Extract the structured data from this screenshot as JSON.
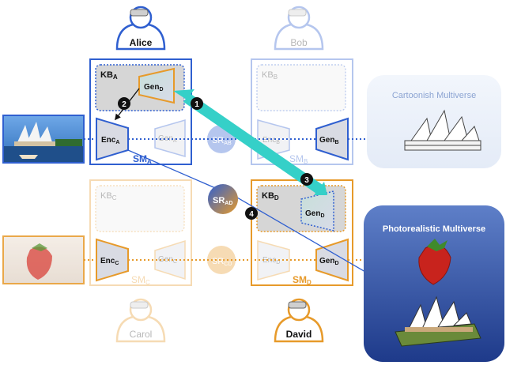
{
  "colors": {
    "blue": "#2f5fd0",
    "blue_faded": "#b9c6ee",
    "orange": "#e79a2a",
    "orange_faded": "#f4d2a6",
    "kb_fill": "#d6d6d6",
    "kb_fill_faded": "#eeeeee",
    "gen_fill": "#cfd3e6",
    "teal_arrow": "#35d0c8",
    "dark": "#111111"
  },
  "users": {
    "alice": {
      "name": "Alice"
    },
    "bob": {
      "name": "Bob"
    },
    "carol": {
      "name": "Carol"
    },
    "david": {
      "name": "David"
    }
  },
  "sm_a": {
    "kb_main": "KB",
    "kb_sub": "A",
    "enc_main": "Enc",
    "enc_sub": "A",
    "gen_main": "Gen",
    "gen_sub": "A",
    "gen_d_main": "Gen",
    "gen_d_sub": "D",
    "sm_main": "SM",
    "sm_sub": "A"
  },
  "sm_b": {
    "kb_main": "KB",
    "kb_sub": "B",
    "enc_main": "Enc",
    "enc_sub": "B",
    "gen_main": "Gen",
    "gen_sub": "B",
    "sm_main": "SM",
    "sm_sub": "B"
  },
  "sm_c": {
    "kb_main": "KB",
    "kb_sub": "C",
    "enc_main": "Enc",
    "enc_sub": "C",
    "gen_main": "Gen",
    "gen_sub": "C",
    "sm_main": "SM",
    "sm_sub": "C"
  },
  "sm_d": {
    "kb_main": "KB",
    "kb_sub": "D",
    "enc_main": "Enc",
    "enc_sub": "D",
    "gen_main": "Gen",
    "gen_sub": "D",
    "gen_d_main": "Gen",
    "gen_d_sub": "D",
    "sm_main": "SM",
    "sm_sub": "D"
  },
  "relays": {
    "ab": {
      "main": "SR",
      "sub": "AB"
    },
    "ad": {
      "main": "SR",
      "sub": "AD"
    },
    "cd": {
      "main": "SR",
      "sub": "CD"
    }
  },
  "steps": [
    "1",
    "2",
    "3",
    "4"
  ],
  "multiverses": {
    "cartoonish": "Cartoonish Multiverse",
    "photorealistic": "Photorealistic Multiverse"
  }
}
